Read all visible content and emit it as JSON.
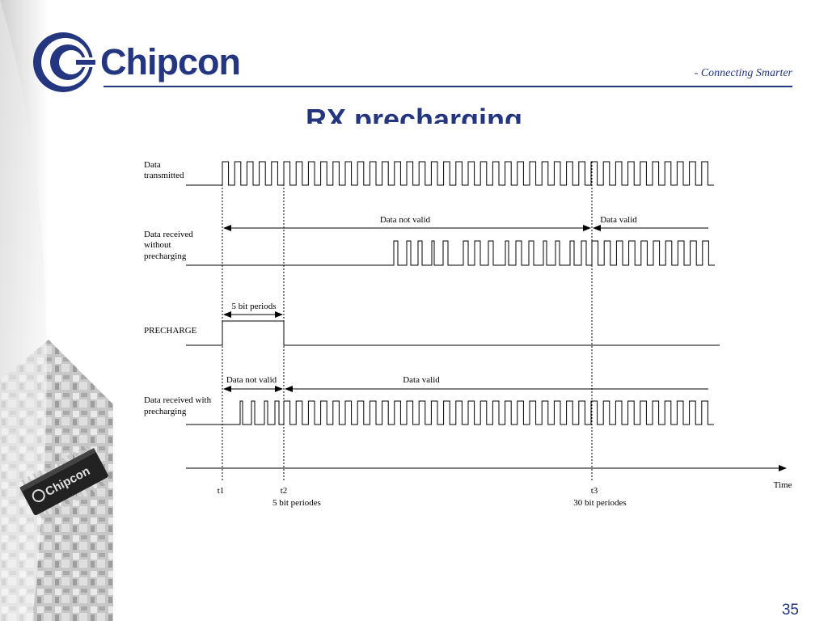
{
  "header": {
    "company": "Chipcon",
    "tagline": "- Connecting Smarter",
    "chip_label": "Chipcon"
  },
  "slide": {
    "title": "RX precharging",
    "number": "35"
  },
  "diagram": {
    "signals": {
      "data_transmitted": [
        "Data",
        "transmitted"
      ],
      "rx_without": [
        "Data received",
        "without",
        "precharging"
      ],
      "precharge": [
        "PRECHARGE"
      ],
      "rx_with": [
        "Data received with",
        "precharging"
      ]
    },
    "annotations": {
      "not_valid_without": "Data not valid",
      "valid_without": "Data valid",
      "bit_periods": "5 bit periods",
      "not_valid_with": "Data not valid",
      "valid_with": "Data valid"
    },
    "time_axis": {
      "label": "Time",
      "t1": "t1",
      "t2": "t2",
      "t2_note": "5 bit periodes",
      "t3": "t3",
      "t3_note": "30 bit periodes"
    }
  },
  "colors": {
    "brand": "#23367f",
    "signal": "#000000"
  }
}
